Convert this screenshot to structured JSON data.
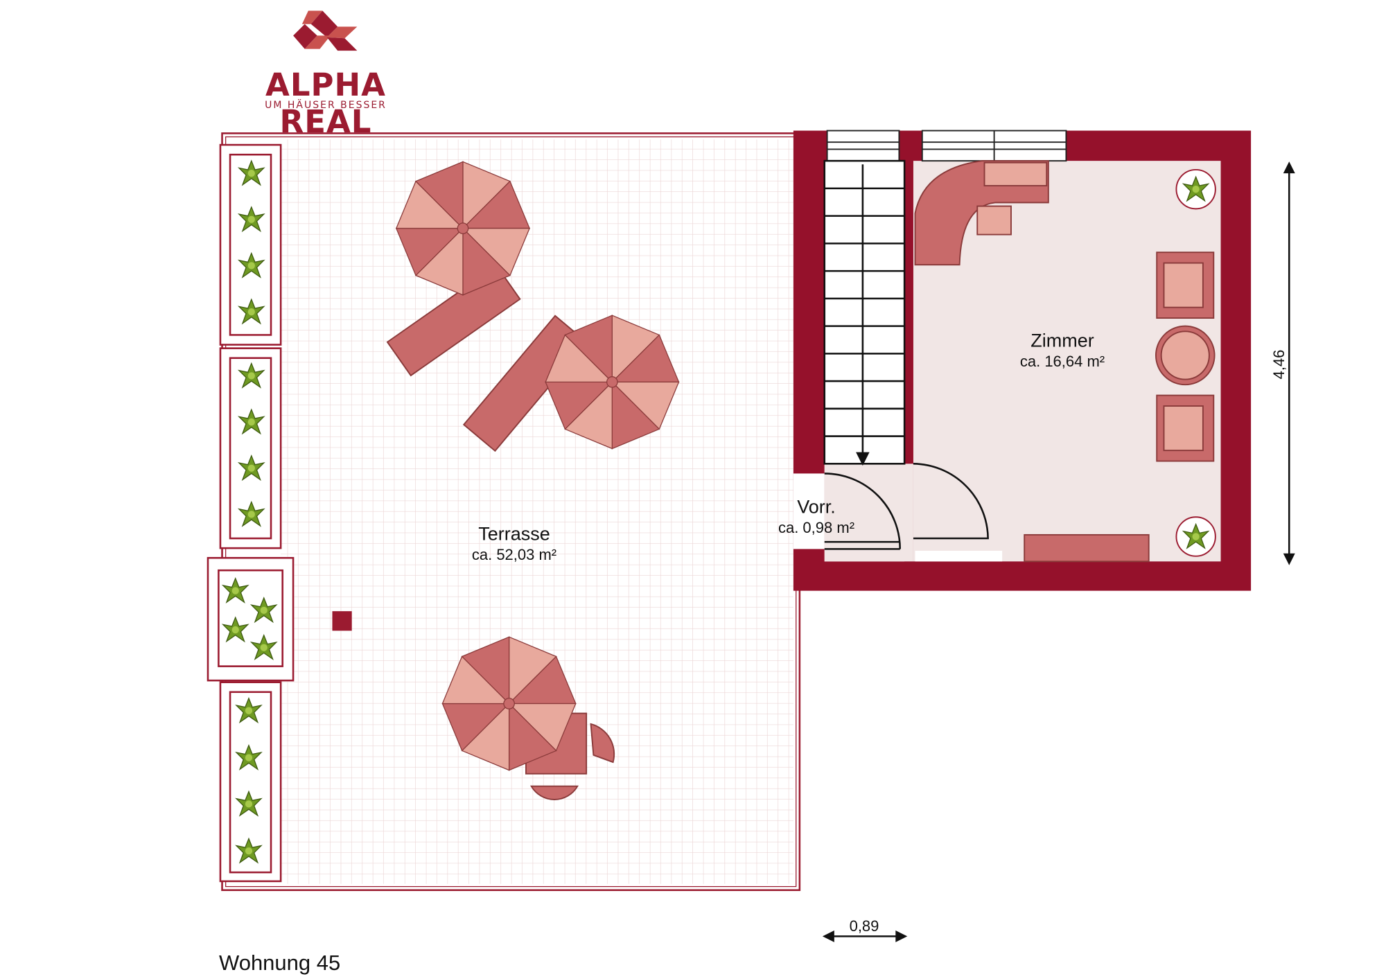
{
  "logo": {
    "name": "ALPHA REAL",
    "tagline": "UM HÄUSER BESSER"
  },
  "rooms": [
    {
      "name": "Terrasse",
      "area": "ca. 52,03 m²"
    },
    {
      "name": "Vorr.",
      "area": "ca. 0,98 m²"
    },
    {
      "name": "Zimmer",
      "area": "ca. 16,64 m²"
    }
  ],
  "dimensions": {
    "height": "4,46",
    "width": "0,89"
  },
  "unit_title": "Wohnung 45",
  "colors": {
    "wall": "#95112b",
    "floor": "#f1e6e5",
    "furniture_dark": "#c86a6a",
    "furniture_light": "#e8a99d"
  }
}
